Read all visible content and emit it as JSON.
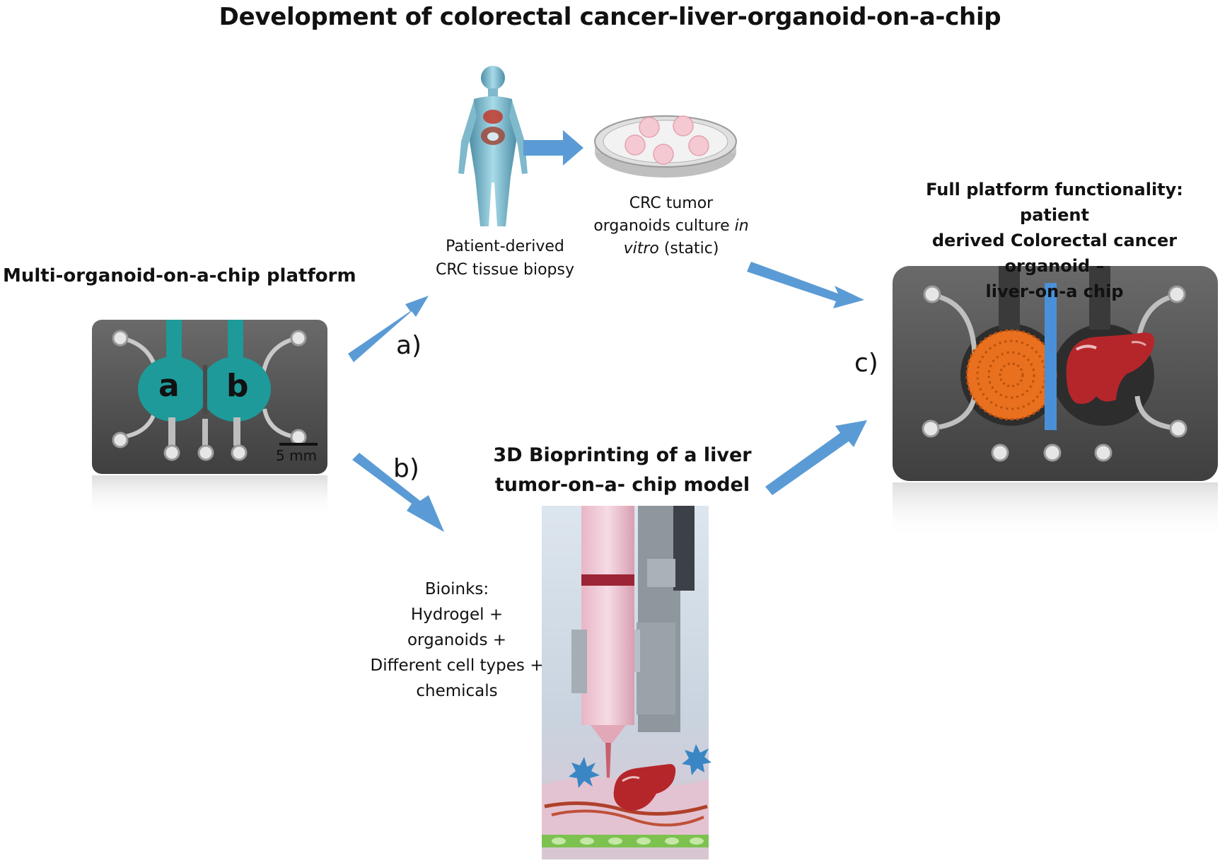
{
  "title": "Development of colorectal cancer-liver-organoid-on-a-chip",
  "left_panel": {
    "heading": "Multi-organoid-on-a-chip platform",
    "chamber_a": "a",
    "chamber_b": "b",
    "scale_bar": "5 mm"
  },
  "patient": {
    "caption_line1": "Patient-derived",
    "caption_line2": "CRC tissue biopsy"
  },
  "culture": {
    "caption_line1": "CRC tumor",
    "caption_line2_a": "organoids culture ",
    "caption_line2_b": "in",
    "caption_line3_a": "vitro",
    "caption_line3_b": " (static)"
  },
  "full_platform": {
    "heading_line1": "Full platform functionality: patient",
    "heading_line2": "derived Colorectal cancer organoid –",
    "heading_line3": "liver-on-a chip"
  },
  "bioprint": {
    "heading_line1": "3D Bioprinting of a liver",
    "heading_line2": "tumor-on–a- chip model"
  },
  "bioinks": {
    "line1": "Bioinks:",
    "line2": "Hydrogel +",
    "line3": "organoids +",
    "line4": "Different cell types +",
    "line5": "chemicals"
  },
  "arrow_labels": {
    "a": "a)",
    "b": "b)",
    "c": "c)"
  },
  "colors": {
    "arrow": "#5b9bd5",
    "chip_teal": "#1e9a9a",
    "liver": "#b5262a",
    "organoid_orange": "#e8701e",
    "channel_blue": "#4a90d9"
  }
}
